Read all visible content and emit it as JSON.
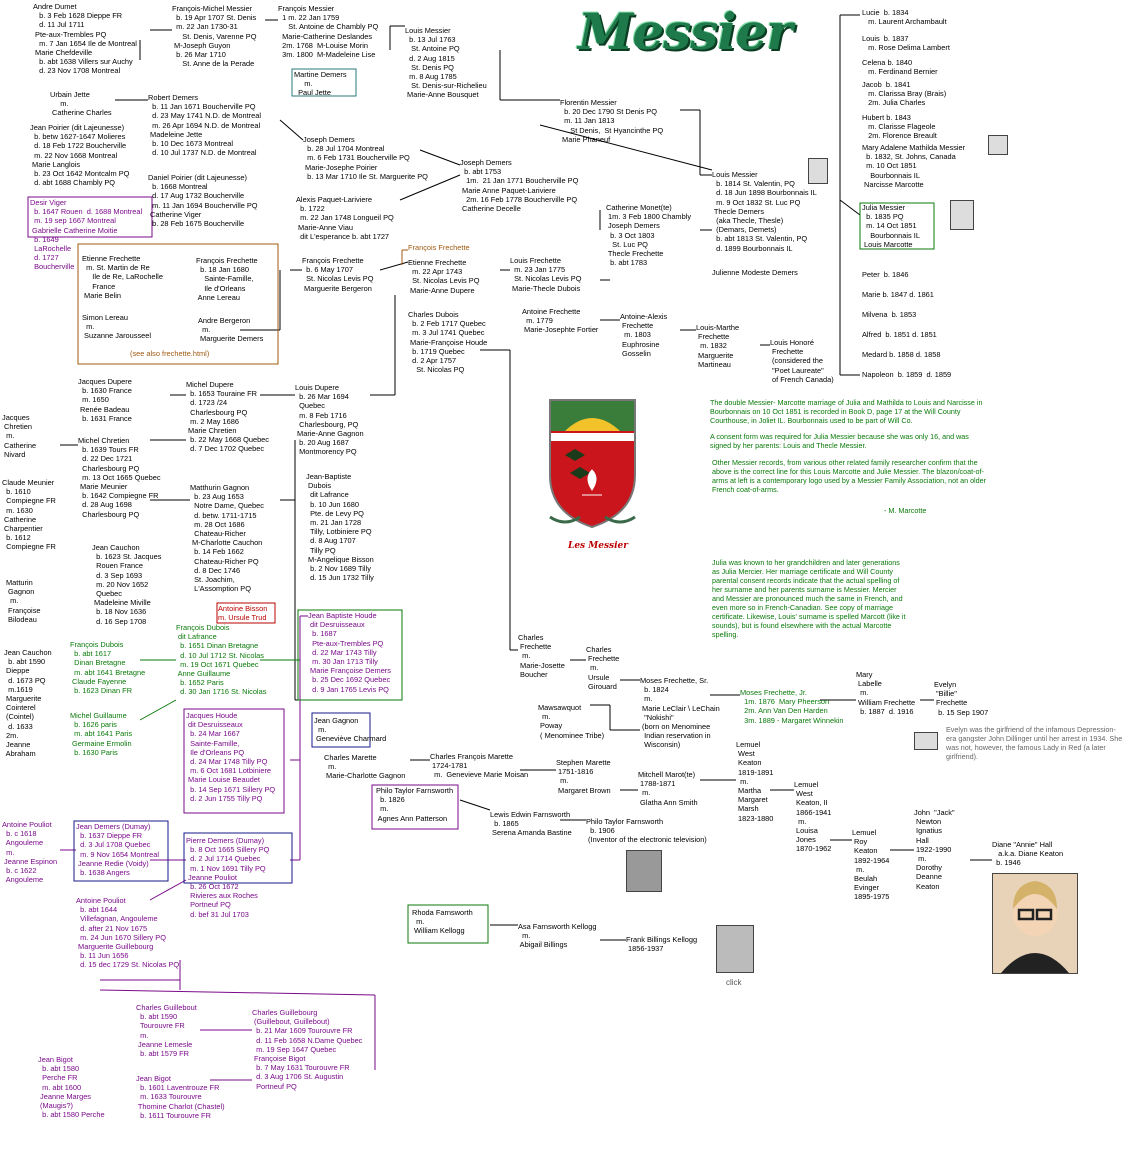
{
  "title": "Messier",
  "crest_caption": "Les Messier",
  "see_also": "(see also frechette.html)",
  "click_label": "click",
  "colors": {
    "green": "#0a7a0a",
    "purple": "#7a0a8a",
    "blue": "#1a1a8a",
    "red": "#b00000",
    "brown": "#8a5a20",
    "title": "#1e7a4a"
  },
  "notes": {
    "marriage": "The double Messier- Marcotte marriage of Julia and Mathilda to Louis and Narcisse in Bourbonnais on 10 Oct 1851 is recorded in Book D, page 17 at the Will County Courthouse, in Joliet IL. Bourbonnais used to be part of Will Co.",
    "consent": "A consent form was required for Julia Messier because she was only 16, and was signed by her parents: Louis and Thecle Messier.",
    "other": "Other Messier records, from various other related family researcher confirm that the above is the correct line for this Louis Marcotte and Julie Messier. The blazon/coat-of-arms at left is a contemporary logo used by a Messier Family Association, not an older French coat-of-arms.",
    "signature": "- M. Marcotte",
    "julia": "Julia was known to her grandchildren and later generations as Julia Mercier. Her marriage certificate and Will County parental consent records indicate that the actual spelling of her surname and her parents surname is Messier. Mercier and Messier are pronounced much the same in French, and even more so in French-Canadian. See copy of marriage certificate. Likewise, Louis' surname is spelled Marcott (like it sounds), but is found elsewhere with the actual Marcotte spelling.",
    "evelyn": "Evelyn was the girlfriend of the infamous Depression-era gangster John Dillinger until her arrest in 1934. She was not, however, the famous Lady in Red (a later girlfriend)."
  },
  "persons": [
    {
      "t": "Andre Dumet\n   b. 3 Feb 1628 Dieppe FR\n   d. 11 Jul 1711\n Pte-aux-Trembles PQ\n   m. 7 Jan 1654 Ile de Montreal\n Marie Chefdeville\n   b. abt 1638 Villers sur Auchy\n   d. 23 Nov 1708 Montreal"
    },
    {
      "t": "François-Michel Messier\n  b. 19 Apr 1707 St. Denis\n  m. 22 Jan 1730-31\n     St. Denis, Varenne PQ\n M-Joseph Guyon\n  b. 26 Mar 1710\n     St. Anne de la Perade"
    },
    {
      "t": "François Messier\n  1 m. 22 Jan 1759\n     St. Antoine de Chambly PQ\n  Marie-Catherine Deslandes\n  2m. 1768  M-Louise Morin\n  3m. 1800  M-Madeleine Lise"
    },
    {
      "t": "Louis Messier\n  b. 13 Jul 1763\n   St. Antoine PQ\n  d. 2 Aug 1815\n   St. Denis PQ\n  m. 8 Aug 1785\n   St. Denis-sur-Richelieu\n Marie-Anne Bousquet"
    },
    {
      "t": "Martine Demers\n     m.\n  Paul Jette"
    },
    {
      "t": "Urbain Jette\n     m.\n Catherine Charles"
    },
    {
      "t": "Robert Demers\n  b. 11 Jan 1671 Boucherville PQ\n  d. 23 May 1741 N.D. de Montreal\n  m. 26 Apr 1694 N.D. de Montreal\n Madeleine Jette\n  b. 10 Dec 1673 Montreal\n  d. 10 Jul 1737 N.D. de Montreal"
    },
    {
      "t": "Jean Poirier (dit Lajeunesse)\n  b. betw 1627-1647 Molieres\n  d. 18 Feb 1722 Boucherville\n  m. 22 Nov 1668 Montreal\n Marie Langlois\n  b. 23 Oct 1642 Montcalm PQ\n  d. abt 1688 Chambly PQ"
    },
    {
      "t": "Daniel Poirier (dit Lajeunesse)\n  b. 1668 Montreal\n  d. 17 Aug 1732 Boucherville\n  m. 11 Jan 1694 Boucherville PQ\n Catherine Viger\n  b. 28 Feb 1675 Boucherville"
    },
    {
      "t": "Joseph Demers\n  b. 28 Jul 1704 Montreal\n  m. 6 Feb 1731 Boucherville PQ\n Marie-Josephe Poirier\n  b. 13 Mar 1710 Ile St. Marguerite PQ"
    },
    {
      "t": "Florentin Messier\n  b. 20 Dec 1790 St Denis PQ\n  m. 11 Jan 1813\n     St Denis,  St Hyancinthe PQ\n Marie Phaneuf"
    },
    {
      "t": "Joseph Demers\n  b. abt 1753\n   1m.  21 Jan 1771 Boucherville PQ\n Marie Anne Paquet-Lariviere\n   2m. 16 Feb 1778 Boucherville PQ\n Catherine Decelle"
    },
    {
      "t": "Alexis Paquet-Lariviere\n  b. 1722\n  m. 22 Jan 1748 Longueil PQ\n Marie-Anne Viau\n  dit L'esperance b. abt 1727"
    },
    {
      "t": "Desir Viger\n  b. 1647 Rouen  d. 1688 Montreal\n  m. 19 sep 1667 Montreal\n Gabrielle Catherine Moitie\n  b. 1649\n  LaRochelle\n  d. 1727\n  Boucherville"
    },
    {
      "t": "Louis Messier\n  b. 1814 St. Valentin, PQ\n  d. 18 Jun 1898 Bourbonnais IL\n  m. 9 Oct 1832 St. Luc PQ\n Thecle Demers\n  (aka Thecle, Thesle)\n  (Demars, Demets)\n  b. abt 1813 St. Valentin, PQ\n  d. 1899 Bourbonnais IL"
    },
    {
      "t": "Catherine Monet(te)\n 1m. 3 Feb 1800 Chambly\n Joseph Demers\n  b. 3 Oct 1803\n   St. Luc PQ\n Thecle Frechette\n  b. abt 1783"
    },
    {
      "t": "Julienne Modeste Demers"
    },
    {
      "t": "Lucie  b. 1834\n   m. Laurent Archambault"
    },
    {
      "t": "Louis  b. 1837\n   m. Rose Delima Lambert"
    },
    {
      "t": "Celena b. 1840\n   m. Ferdinand Bernier"
    },
    {
      "t": "Jacob  b. 1841\n   m. Clarissa Bray (Brais)\n   2m. Julia Charles"
    },
    {
      "t": "Hubert b. 1843\n   m. Clarisse Flageole\n   2m. Florence Breault"
    },
    {
      "t": "Mary Adalene Mathilda Messier\n  b. 1832, St. Johns, Canada\n  m. 10 Oct 1851\n    Bourbonnais IL\n Narcisse Marcotte"
    },
    {
      "t": "Julia Messier\n  b. 1835 PQ\n  m. 14 Oct 1851\n    Bourbonnais IL\n Louis Marcotte"
    },
    {
      "t": "Peter  b. 1846"
    },
    {
      "t": "Marie b. 1847 d. 1861"
    },
    {
      "t": "Milvena  b. 1853"
    },
    {
      "t": "Alfred  b. 1851 d. 1851"
    },
    {
      "t": "Medard b. 1858 d. 1858"
    },
    {
      "t": "Napoleon  b. 1859  d. 1859"
    },
    {
      "t": "Etienne Frechette\n  m. St. Martin de Re\n     Ile de Re, LaRochelle\n     France\n Marie Belin"
    },
    {
      "t": "François Frechette\n  b. 18 Jan 1680\n    Sainte-Famille,\n    Ile d'Orleans\n Anne Lereau"
    },
    {
      "t": "François Frechette\n  b. 6 May 1707\n  St. Nicolas Levis PQ\n Marguerite Bergeron"
    },
    {
      "t": "François Frechette"
    },
    {
      "t": "Etienne Frechette\n  m. 22 Apr 1743\n  St. Nicolas Levis PQ\n Marie-Anne Dupere"
    },
    {
      "t": "Louis Frechette\n  m. 23 Jan 1775\n  St. Nicolas Levis PQ\n Marie-Thecle Dubois"
    },
    {
      "t": "Simon Lereau\n  m.\n Suzanne Jarousseel"
    },
    {
      "t": "Andre Bergeron\n  m.\n Marguerite Demers"
    },
    {
      "t": "Charles Dubois\n  b. 2 Feb 1717 Quebec\n  m. 3 Jul 1741 Quebec\n Marie-Françoise Houde\n  b. 1719 Quebec\n  d. 2 Apr 1757\n    St. Nicolas PQ"
    },
    {
      "t": "Antoine Frechette\n  m. 1779\n Marie-Josephte Fortier"
    },
    {
      "t": "Antoine-Alexis\n Frechette\n  m. 1803\n Euphrosine\n Gosselin"
    },
    {
      "t": "Louis-Marthe\n Frechette\n  m. 1832\n Marguerite\n Martineau"
    },
    {
      "t": "Louis Honoré\n Frechette\n (considered the\n \"Poet Laureate\"\n of French Canada)"
    },
    {
      "t": "Jacques Dupere\n  b. 1630 France\n  m. 1650\n Renée Badeau\n  b. 1631 France"
    },
    {
      "t": "Michel Dupere\n  b. 1653 Touraine FR\n  d. 1723 /24\n  Charlesbourg PQ\n  m. 2 May 1686\n Marie Chretien\n  b. 22 May 1668 Quebec\n  d. 7 Dec 1702 Quebec"
    },
    {
      "t": "Louis Dupere\n  b. 26 Mar 1694\n  Quebec\n  m. 8 Feb 1716\n  Charlesbourg, PQ\n Marie-Anne Gagnon\n  b. 20 Aug 1687\n  Montmorency PQ"
    },
    {
      "t": "Jacques\n Chretien\n  m.\n Catherine\n Nivard"
    },
    {
      "t": "Michel Chretien\n  b. 1639 Tours FR\n  d. 22 Dec 1721\n  Charlesbourg PQ\n  m. 13 Oct 1665 Quebec\n Marie Meunier\n  b. 1642 Compiegne FR\n  d. 28 Aug 1698\n  Charlesbourg PQ"
    },
    {
      "t": "Claude Meunier\n  b. 1610\n  Compiegne FR\n  m. 1630\n Catherine\n Charpentier\n  b. 1612\n  Compiegne FR"
    },
    {
      "t": "Matthurin Gagnon\n  b. 23 Aug 1653\n  Notre Dame, Quebec\n  d. betw. 1711-1715\n  m. 28 Oct 1686\n  Chateau-Richer\n M-Charlotte Cauchon\n  b. 14 Feb 1662\n  Chateau-Richer PQ\n  d. 8 Dec 1746\n  St. Joachim,\n  L'Assomption PQ"
    },
    {
      "t": "Jean-Baptiste\n Dubois\n  dit Lafrance\n  b. 10 Jun 1680\n  Pte. de Levy PQ\n  m. 21 Jan 1728\n  Tilly, Lotbiniere PQ\n  d. 8 Aug 1707\n  Tilly PQ\n M-Angelique Bisson\n  b. 2 Nov 1689 Tilly\n  d. 15 Jun 1732 Tilly"
    },
    {
      "t": "Jean Cauchon\n  b. 1623 St. Jacques\n  Rouen France\n  d. 3 Sep 1693\n  m. 20 Nov 1652\n  Quebec\n Madeleine Miville\n  b. 18 Nov 1636\n  d. 16 Sep 1708"
    },
    {
      "t": "Antoine Bisson\nm. Ursule Trud"
    },
    {
      "t": "Matturin\n Gagnon\n  m.\n Françoise\n Bilodeau"
    },
    {
      "t": "Jean Cauchon\n  b. abt 1590\n Dieppe\n  d. 1673 PQ\n  m.1619\n Marguerite\n Cointerel\n (Cointel)\n  d. 1633\n 2m.\n Jeanne\n Abraham"
    },
    {
      "t": "François Dubois\n  b. abt 1617\n  Dinan Bretagne\n  m. abt 1641 Bretagne\n Claude Fayenne\n  b. 1623 Dinan FR"
    },
    {
      "t": "François Dubois\n dit Lafrance\n  b. 1651 Dinan Bretagne\n  d. 10 Jul 1712 St. Nicolas\n  m. 19 Oct 1671 Quebec\n Anne Guillaume\n  b. 1652 Paris\n  d. 30 Jan 1716 St. Nicolas"
    },
    {
      "t": "Michel Guillaume\n  b. 1626 paris\n  m. abt 1641 Paris\n Germaine Ermolin\n  b. 1630 Paris"
    },
    {
      "t": "Jean Baptiste Houde\n dit Desruisseaux\n  b. 1687\n  Pte-aux-Trembles PQ\n  d. 22 Mar 1743 Tilly\n  m. 30 Jan 1713 Tilly\n Marie Françoise Demers\n  b. 25 Dec 1692 Quebec\n  d. 9 Jan 1765 Levis PQ"
    },
    {
      "t": "Jacques Houde\n dit Desruisseaux\n  b. 24 Mar 1667\n  Sainte-Famille,\n  Ile d'Orleans PQ\n  d. 24 Mar 1748 Tilly PQ\n  m. 6 Oct 1681 Lotbiniere\n Marie Louise Beaudet\n  b. 14 Sep 1671 Sillery PQ\n  d. 2 Jun 1755 Tilly PQ"
    },
    {
      "t": "Jean Gagnon\n  m.\n Geneviève Charmard"
    },
    {
      "t": "Charles Marette\n  m.\n Marie-Charlotte Gagnon"
    },
    {
      "t": "Charles François Marette\n 1724-1781\n  m.  Genevieve Marie Moisan"
    },
    {
      "t": "Charles\n Frechette\n  m.\n Marie-Josette\n Boucher"
    },
    {
      "t": "Charles\n Frechette\n  m.\n Ursule\n Girouard"
    },
    {
      "t": "Moses Frechette, Sr.\n  b. 1824\n  m.\n Marie LeClair \\ LeChain\n  \"Nokishi\"\n (born on Menominee\n  Indian reservation in\n  Wisconsin)"
    },
    {
      "t": "Moses Frechette, Jr.\n  1m. 1876  Mary Pheerson\n  2m. Ann Van Den Harden\n  3m. 1889 - Margaret Winnekin"
    },
    {
      "t": "Mawsawquot\n  m.\n Poway\n ( Menominee Tribe)"
    },
    {
      "t": "Mary\n Labelle\n  m.\n William Frechette\n  b. 1887  d. 1916"
    },
    {
      "t": "Evelyn\n \"Billie\"\n Frechette\n  b. 15 Sep 1907"
    },
    {
      "t": "Lemuel\n West\n Keaton\n 1819-1891\n  m.\n Martha\n Margaret\n Marsh\n 1823-1880"
    },
    {
      "t": "Lemuel\n West\n Keaton, II\n 1866-1941\n  m.\n Louisa\n Jones\n 1870-1962"
    },
    {
      "t": "Lemuel\n Roy\n Keaton\n 1892-1964\n  m.\n Beulah\n Evinger\n 1895-1975"
    },
    {
      "t": "John  \"Jack\"\n Newton\n Ignatius\n Hall\n 1922-1990\n  m.\n Dorothy\n Deanne\n Keaton"
    },
    {
      "t": "Diane \"Annie\" Hall\n   a.k.a. Diane Keaton\n  b. 1946"
    },
    {
      "t": "Stephen Marette\n 1751-1816\n  m.\n Margaret Brown"
    },
    {
      "t": "Mitchell Marot(te)\n 1788-1871\n  m.\n Glatha Ann Smith"
    },
    {
      "t": "Philo Taylor Farnsworth\n  b. 1826\n  m.\n Agnes Ann Patterson"
    },
    {
      "t": "Lewis Edwin Farnsworth\n  b. 1865\n Serena Amanda Bastine"
    },
    {
      "t": "Philo Taylor Farnsworth\n  b. 1906\n (Inventor of the electronic television)"
    },
    {
      "t": "Rhoda Farnsworth\n  m.\n William Kellogg"
    },
    {
      "t": "Asa Farnsworth Kellogg\n  m.\n Abigail Billings"
    },
    {
      "t": "Frank Billings Kellogg\n 1856-1937"
    },
    {
      "t": "Antoine Pouliot\n  b. c 1618\n  Angouleme\n  m.\n Jeanne Espinon\n  b. c 1622\n  Angouleme"
    },
    {
      "t": "Jean Demers (Dumay)\n  b. 1637 Dieppe FR\n  d. 3 Jul 1708 Quebec\n  m. 9 Nov 1654 Montreal\n Jeanne Redie (Voidy)\n  b. 1638 Angers"
    },
    {
      "t": "Pierre Demers (Dumay)\n  b. 8 Oct 1665 Sillery PQ\n  d. 2 Jul 1714 Quebec\n  m. 1 Nov 1691 Tilly PQ\n Jeanne Pouliot\n  b. 26 Oct 1672\n  Rivieres aux Roches\n  Portneuf PQ\n  d. bef 31 Jul 1703"
    },
    {
      "t": "Antoine Pouliot\n  b. abt 1644\n  Villefagnan, Angouleme\n  d. after 21 Nov 1675\n  m. 24 Jun 1670 Sillery PQ\n Marguerite Guillebourg\n  b. 11 Jun 1656\n  d. 15 dec 1729 St. Nicolas PQ"
    },
    {
      "t": "Charles Guillebout\n  b. abt 1590\n  Tourouvre FR\n  m.\n Jeanne Lemesle\n  b. abt 1579 FR"
    },
    {
      "t": "Charles Guillebourg\n (Guillebout, Guillebout)\n  b. 21 Mar 1609 Tourouvre FR\n  d. 11 Feb 1658 N.Dame Quebec\n  m. 19 Sep 1647 Quebec\n Françoise Bigot\n  b. 7 May 1631 Tourouvre FR\n  d. 3 Aug 1706 St. Augustin\n  Portneuf PQ"
    },
    {
      "t": "Jean Bigot\n  b. abt 1580\n  Perche FR\n  m. abt 1600\n Jeanne Marges\n (Maugis?)\n  b. abt 1580 Perche"
    },
    {
      "t": "Jean Bigot\n  b. 1601 Laventrouze FR\n  m. 1633 Tourouvre\n Thomine Charlot (Chastel)\n  b. 1611 Tourouvre FR"
    }
  ]
}
